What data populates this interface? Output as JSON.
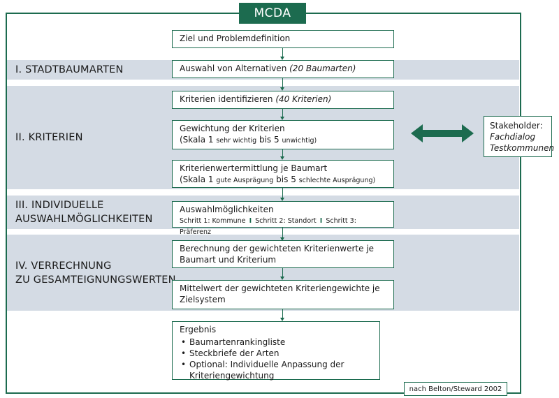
{
  "title": "MCDA",
  "sections": {
    "s1": "I. STADTBAUMARTEN",
    "s2": "II. KRITERIEN",
    "s3_line1": "III. INDIVIDUELLE",
    "s3_line2": "AUSWAHLMÖGLICHKEITEN",
    "s4_line1": "IV. VERRECHNUNG",
    "s4_line2": "ZU GESAMTEIGNUNGSWERTEN"
  },
  "steps": {
    "ziel": "Ziel und Problemdefinition",
    "auswahl": "Auswahl von Alternativen",
    "auswahl_note": "(20 Baumarten)",
    "krit_ident": "Kriterien identifizieren",
    "krit_ident_note": "(40 Kriterien)",
    "gewichtung_title": "Gewichtung der Kriterien",
    "gewichtung_a": "(Skala 1",
    "gewichtung_b": "sehr wichtig",
    "gewichtung_c": "bis 5",
    "gewichtung_d": "unwichtig)",
    "werte_title": "Kriterienwertermittlung je Baumart",
    "werte_a": "(Skala 1",
    "werte_b": "gute Ausprägung",
    "werte_c": "bis 5",
    "werte_d": "schlechte Ausprägung)",
    "moeglich_title": "Auswahlmöglichkeiten",
    "schritt1": "Schritt 1: Kommune",
    "schritt2": "Schritt 2: Standort",
    "schritt3": "Schritt 3: Präferenz",
    "sep": "I",
    "berechnung": "Berechnung der gewichteten Kriterienwerte je Baumart und Kriterium",
    "mittelwert": "Mittelwert der gewichteten Kriteriengewichte je Zielsystem",
    "ergebnis_title": "Ergebnis",
    "ergebnis_items": [
      "Baumartenrankingliste",
      "Steckbriefe der Arten",
      "Optional: Individuelle Anpassung der Kriteriengewichtung"
    ]
  },
  "stakeholder": {
    "label": "Stakeholder:",
    "line1": "Fachdialog",
    "line2": "Testkommunen"
  },
  "source": "nach Belton/Steward 2002",
  "colors": {
    "accent": "#1c6b4f",
    "band": "#d4dbe4"
  }
}
